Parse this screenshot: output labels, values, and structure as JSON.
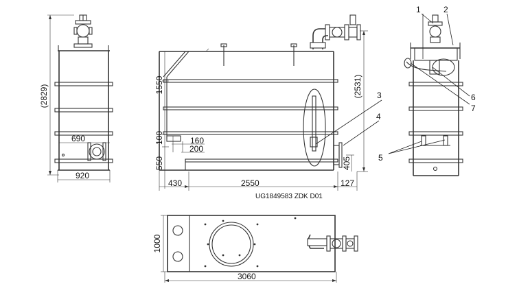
{
  "drawing": {
    "caption": "UG1849583 ZDK D01",
    "dimensions": {
      "side_height_total": "(2829)",
      "side_width_upper": "690",
      "side_width_base": "920",
      "front_h_top": "1550",
      "front_h_mid": "100",
      "front_h_bottom": "550",
      "front_small_1": "160",
      "front_small_2": "200",
      "front_left_offset": "430",
      "front_length": "2550",
      "front_right_offset": "127",
      "front_height_total": "(2531)",
      "front_outlet_height": "405",
      "plan_length": "3060",
      "plan_width": "1000"
    },
    "callouts": [
      "1",
      "2",
      "3",
      "4",
      "5",
      "6",
      "7"
    ]
  }
}
